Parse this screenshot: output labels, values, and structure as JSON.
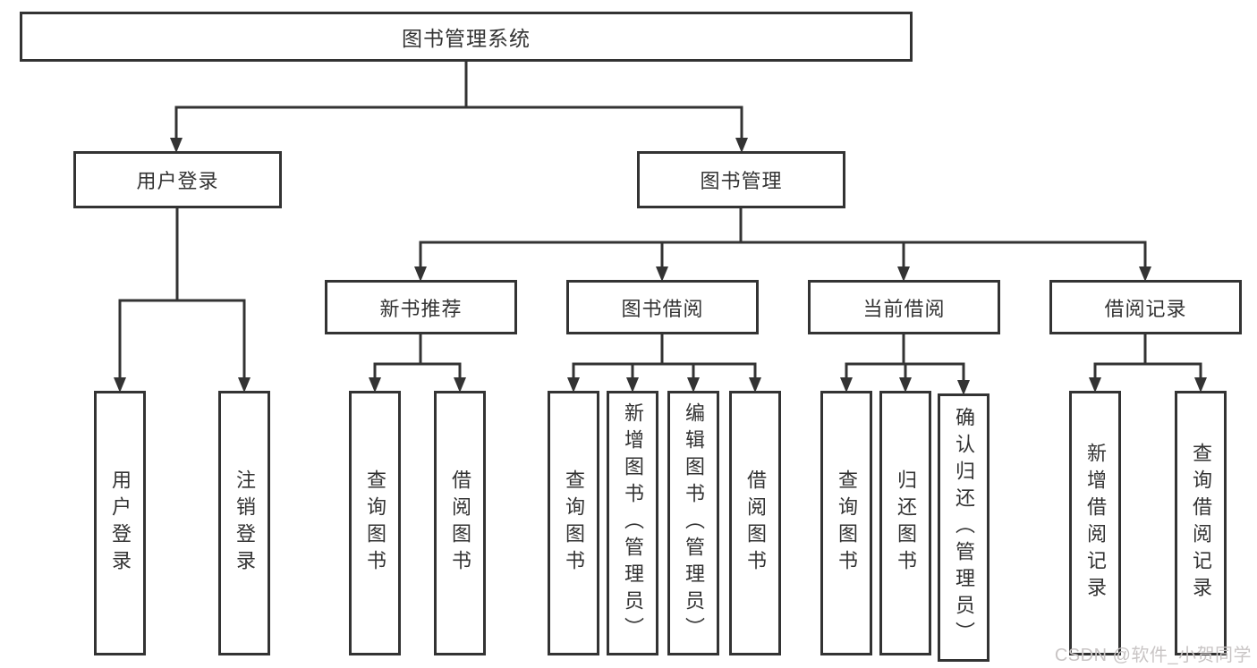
{
  "diagram": {
    "root": {
      "label": "图书管理系统"
    },
    "branches": [
      {
        "label": "用户登录",
        "children": [
          {
            "label": "用户登录"
          },
          {
            "label": "注销登录"
          }
        ]
      },
      {
        "label": "图书管理",
        "children": [
          {
            "label": "新书推荐",
            "children": [
              {
                "label": "查询图书"
              },
              {
                "label": "借阅图书"
              }
            ]
          },
          {
            "label": "图书借阅",
            "children": [
              {
                "label": "查询图书"
              },
              {
                "label": "新增图书（管理员）"
              },
              {
                "label": "编辑图书（管理员）"
              },
              {
                "label": "借阅图书"
              }
            ]
          },
          {
            "label": "当前借阅",
            "children": [
              {
                "label": "查询图书"
              },
              {
                "label": "归还图书"
              },
              {
                "label": "确认归还（管理员）"
              }
            ]
          },
          {
            "label": "借阅记录",
            "children": [
              {
                "label": "新增借阅记录"
              },
              {
                "label": "查询借阅记录"
              }
            ]
          }
        ]
      }
    ]
  },
  "watermark": {
    "text": "CSDN @软件_小贺同学"
  },
  "colors": {
    "line": "#333333",
    "text": "#333333",
    "background": "#ffffff",
    "watermark": "#c9c5c5"
  }
}
